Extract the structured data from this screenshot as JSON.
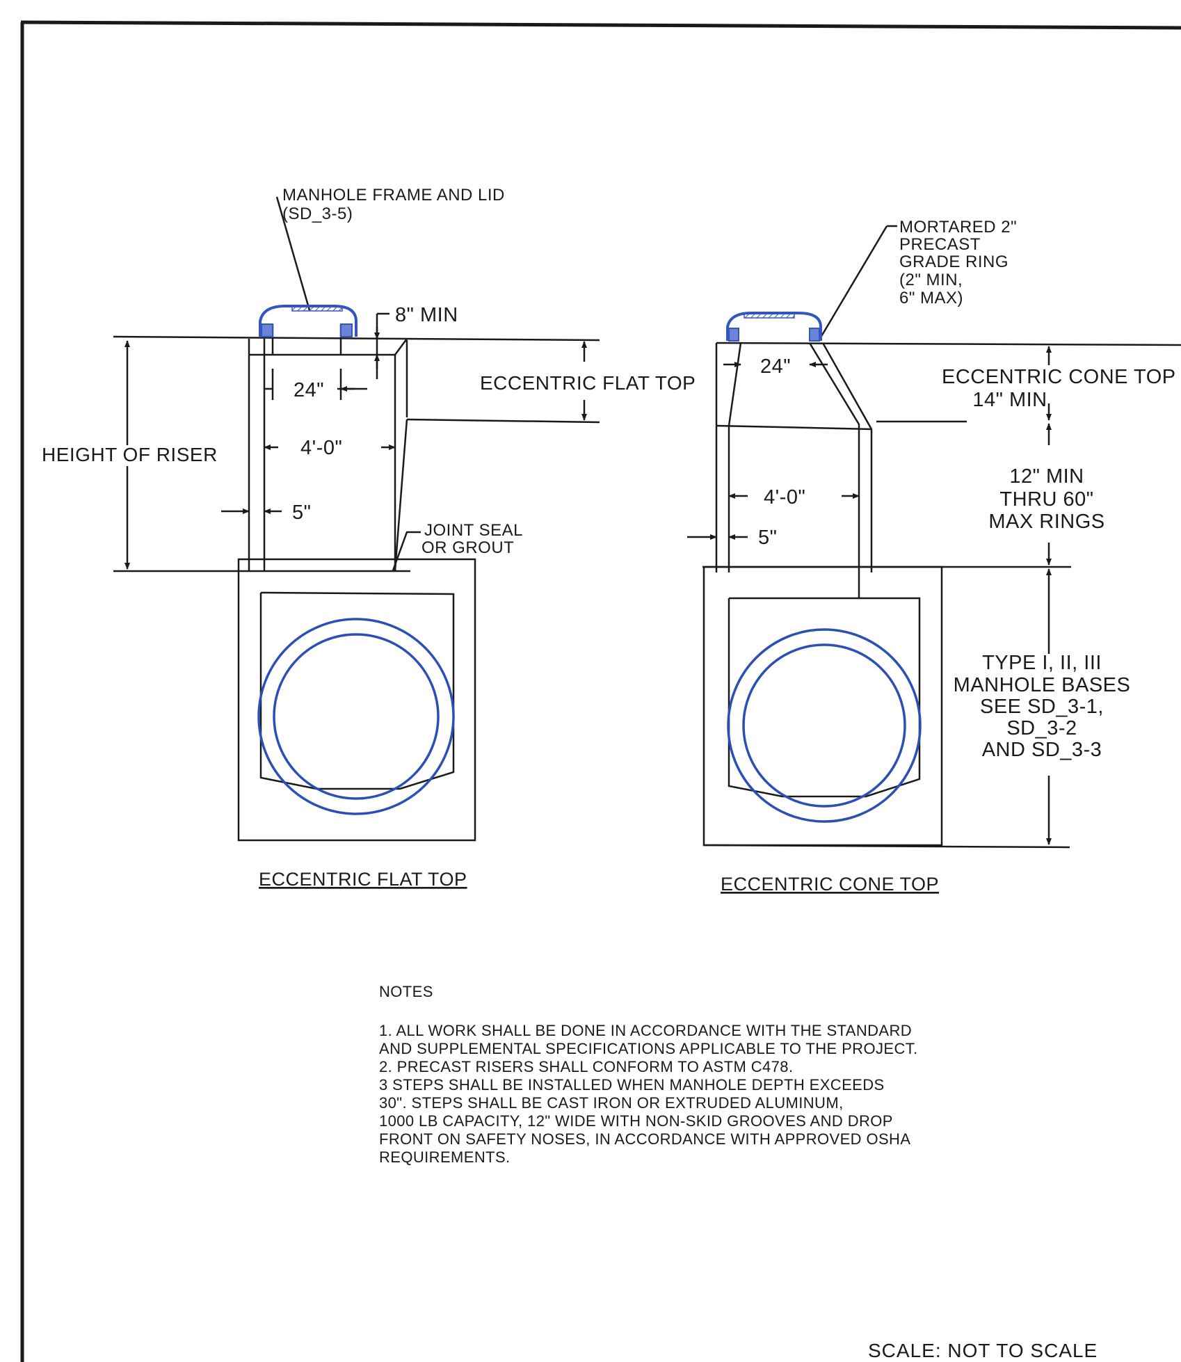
{
  "left_detail": {
    "frame_label_line1": "MANHOLE FRAME AND LID",
    "frame_label_line2": "(SD_3-5)",
    "min_8": "8\" MIN",
    "dim_24": "24\"",
    "dim_4ft": "4'-0\"",
    "dim_5": "5\"",
    "height_of_riser": "HEIGHT OF RISER",
    "eccentric_flat_top_label": "ECCENTRIC FLAT TOP",
    "joint_seal_line1": "JOINT SEAL",
    "joint_seal_line2": "OR GROUT",
    "title": "ECCENTRIC FLAT TOP"
  },
  "right_detail": {
    "ring_label_lines": [
      "MORTARED 2\"",
      "PRECAST",
      "GRADE RING",
      "(2\" MIN,",
      "6\" MAX)"
    ],
    "dim_24": "24\"",
    "dim_4ft": "4'-0\"",
    "dim_5": "5\"",
    "cone_top_line1": "ECCENTRIC CONE TOP",
    "cone_top_line2": "14\" MIN",
    "rings_line1": "12\" MIN",
    "rings_line2": "THRU 60\"",
    "rings_line3": "MAX RINGS",
    "bases_lines": [
      "TYPE I, II, III",
      "MANHOLE BASES",
      "SEE SD_3-1,",
      "SD_3-2",
      "AND SD_3-3"
    ],
    "title": "ECCENTRIC CONE TOP"
  },
  "notes": {
    "heading": "NOTES",
    "lines": [
      "1. ALL WORK SHALL BE DONE IN ACCORDANCE WITH THE STANDARD",
      "AND SUPPLEMENTAL SPECIFICATIONS APPLICABLE TO THE PROJECT.",
      "2. PRECAST RISERS SHALL CONFORM TO ASTM C478.",
      "3 STEPS SHALL BE INSTALLED WHEN MANHOLE DEPTH EXCEEDS",
      "30\". STEPS SHALL BE CAST IRON OR EXTRUDED ALUMINUM,",
      "1000 LB CAPACITY, 12\" WIDE WITH NON-SKID GROOVES AND DROP",
      "FRONT ON SAFETY NOSES, IN ACCORDANCE WITH APPROVED OSHA",
      "REQUIREMENTS."
    ]
  },
  "scale_text": "SCALE: NOT TO SCALE",
  "colors": {
    "ink": "#1a1a1a",
    "pipe_blue": "#2b4fb5",
    "frame_blue": "#3355c0"
  }
}
